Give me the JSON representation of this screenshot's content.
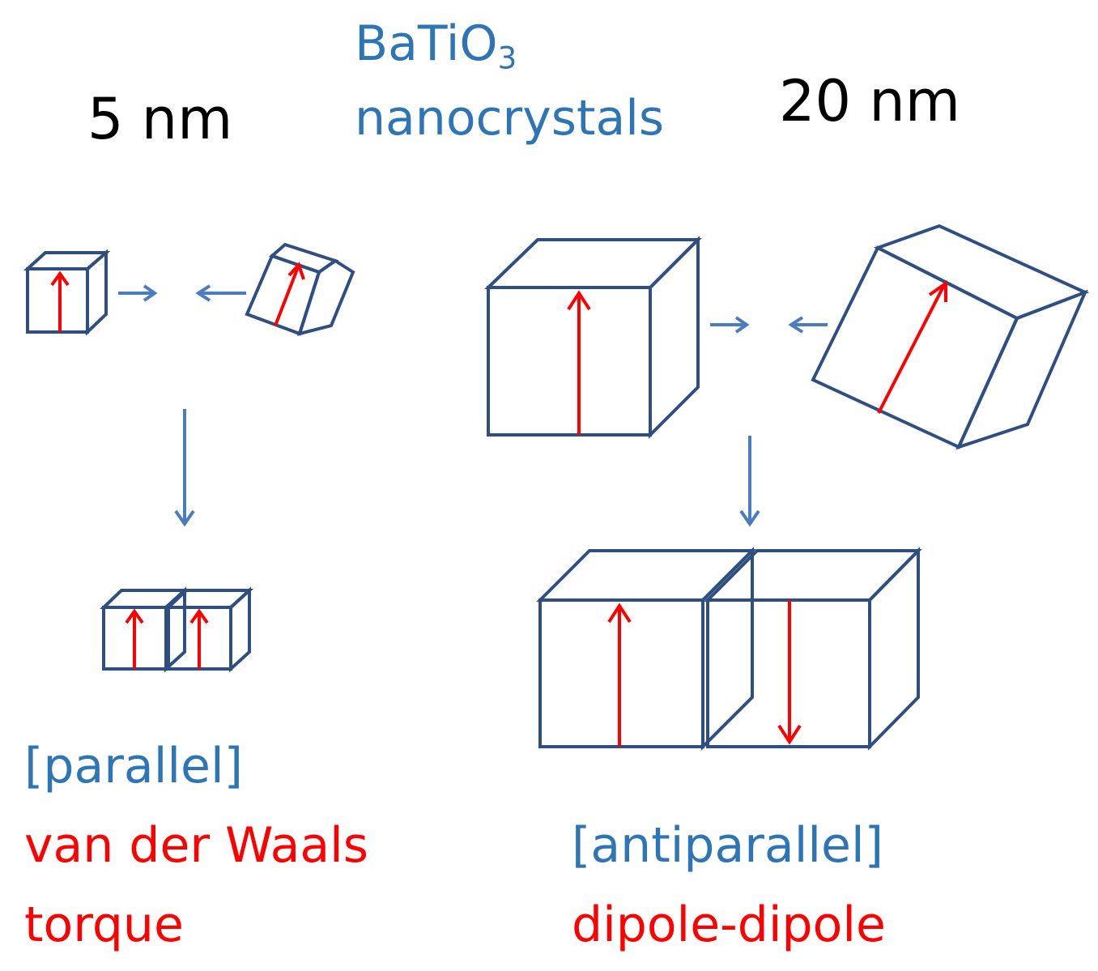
{
  "header": {
    "small_size": "5 nm",
    "material_formula_base": "BaTiO",
    "material_formula_subscript": "3",
    "material_line2": "nanocrystals",
    "large_size": "20 nm"
  },
  "left_caption": {
    "alignment": "[parallel]",
    "force_line1": "van der Waals",
    "force_line2": "torque"
  },
  "right_caption": {
    "alignment": "[antiparallel]",
    "force": "dipole-dipole"
  },
  "colors": {
    "cube_outline": "#2f4f80",
    "flow_arrow": "#4a7cc0",
    "dipole_arrow": "#ff0000",
    "blue_text": "#2e75b6",
    "red_text": "#ff0000"
  }
}
